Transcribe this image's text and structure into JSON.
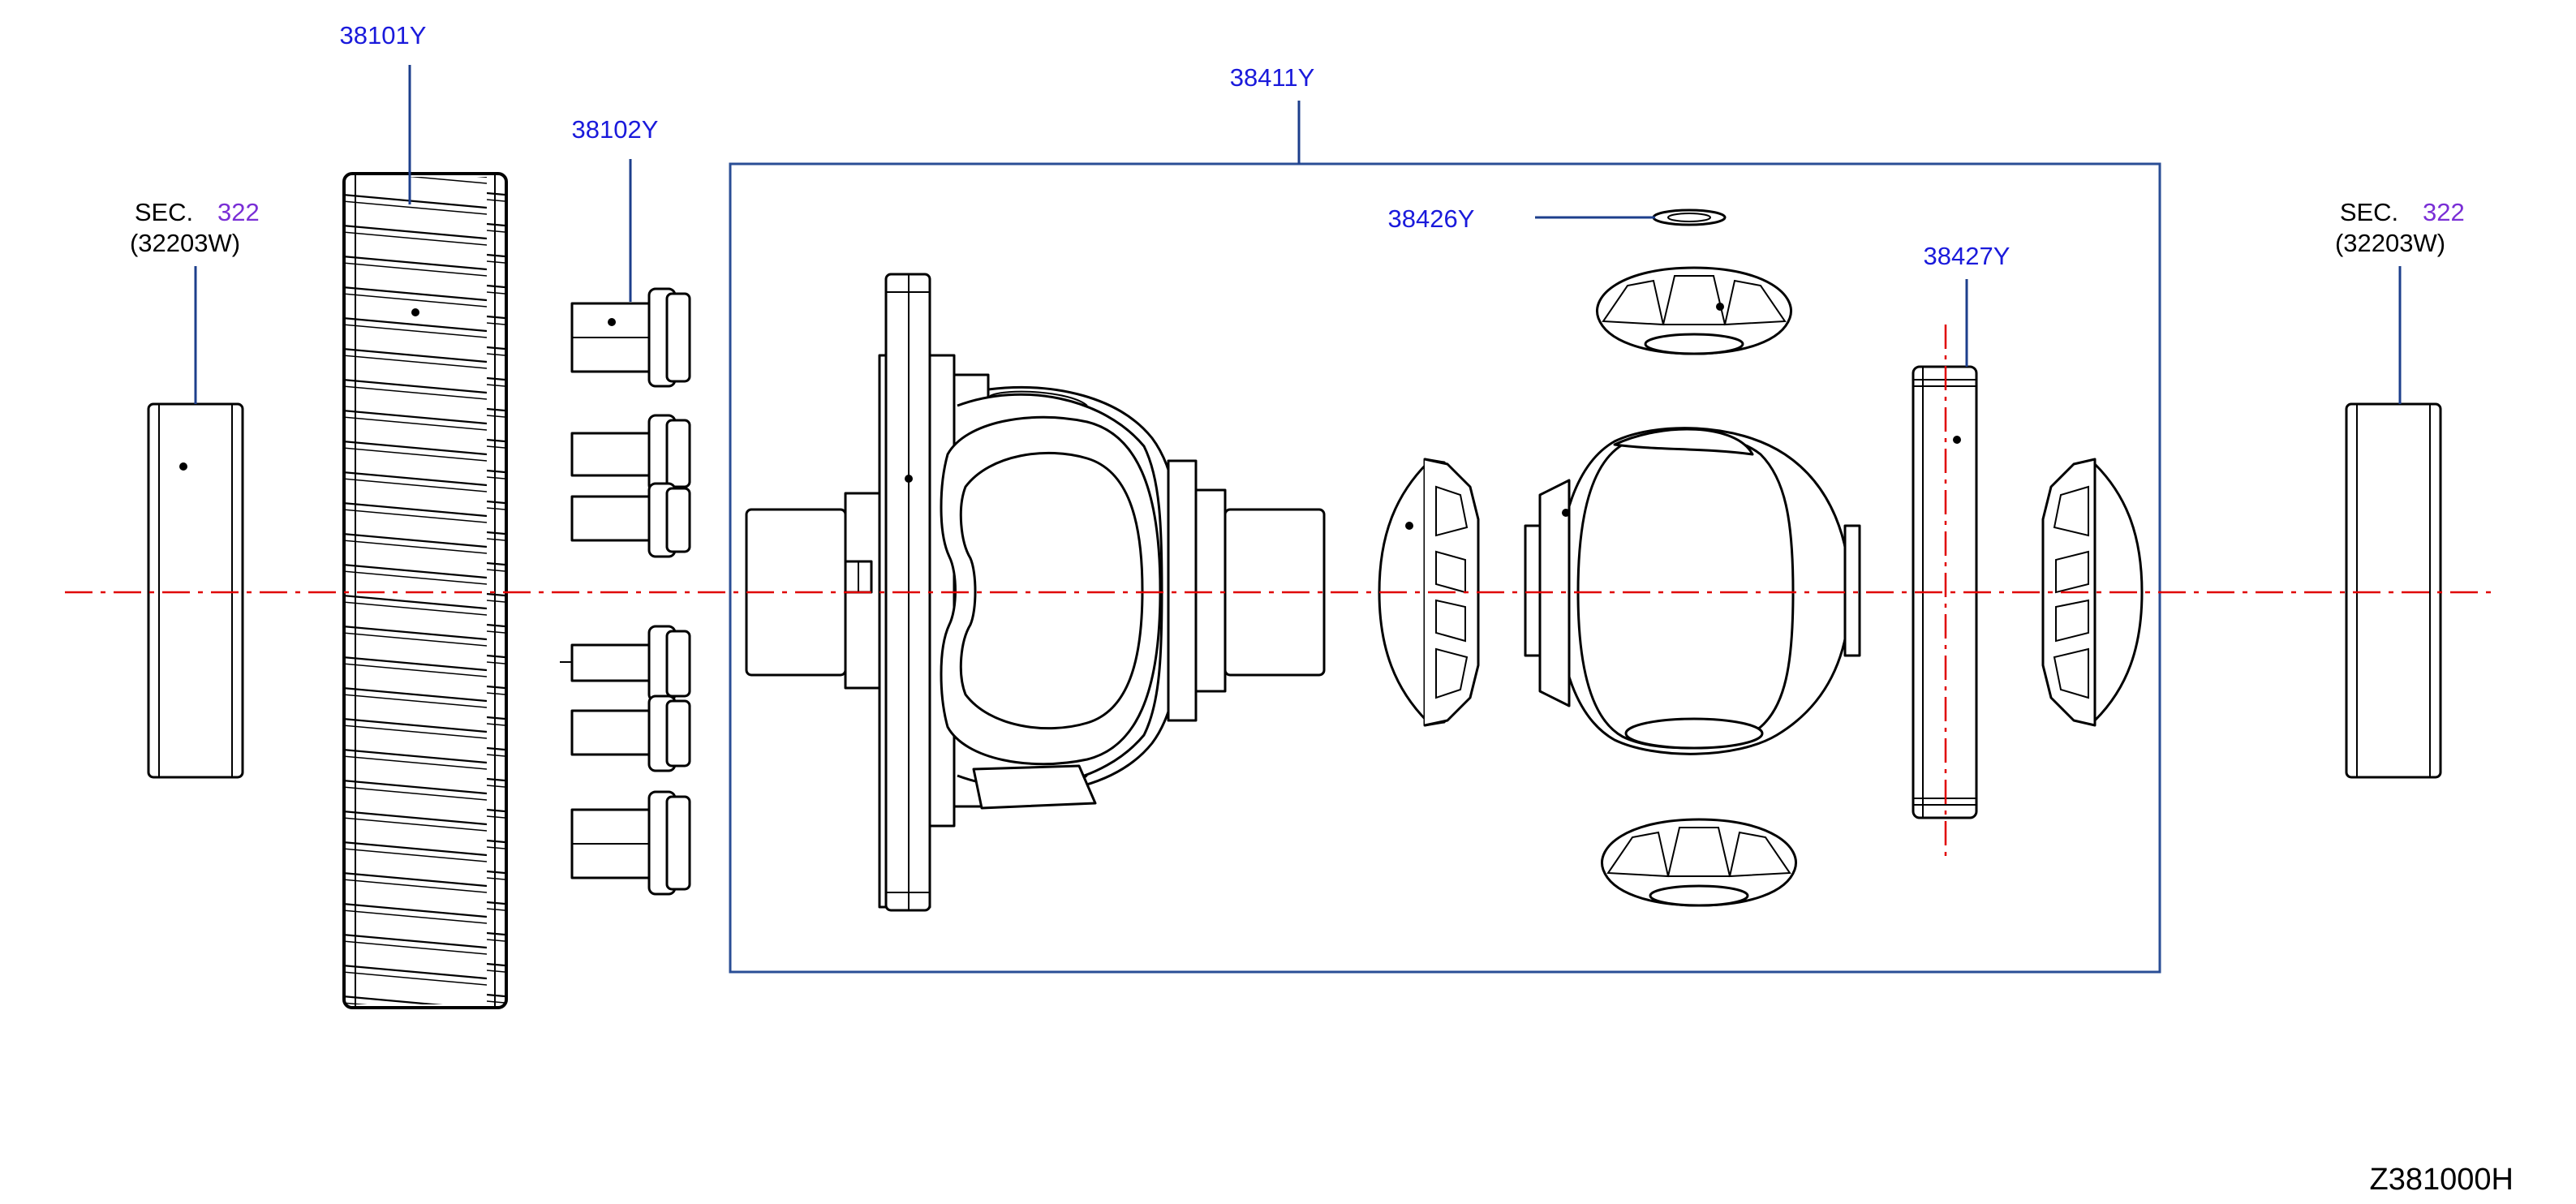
{
  "diagram": {
    "colors": {
      "callout": "#1a1adb",
      "section_number": "#7a2fd6",
      "leader": "#1d3f8c",
      "assembly_box": "#2a4e96",
      "centerline": "#e00000",
      "part_outline": "#000000"
    },
    "callouts": {
      "ring_gear": "38101Y",
      "ring_gear_bolt": "38102Y",
      "diff_case_assembly": "38411Y",
      "snap_ring": "38426Y",
      "pinion_shaft": "38427Y"
    },
    "section_refs": {
      "left": {
        "prefix": "SEC.",
        "number": "322",
        "part": "(32203W)"
      },
      "right": {
        "prefix": "SEC.",
        "number": "322",
        "part": "(32203W)"
      }
    },
    "diagram_code": "Z381000H"
  }
}
